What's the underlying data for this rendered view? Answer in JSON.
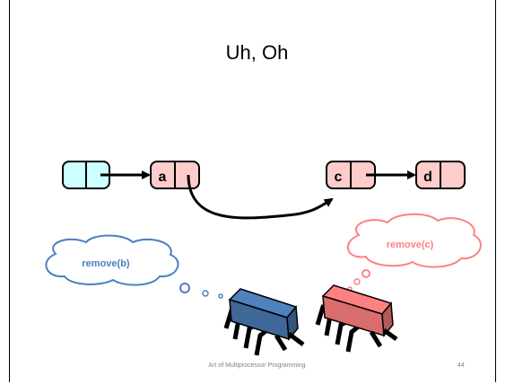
{
  "slide": {
    "title": "Uh, Oh",
    "footer_title": "Art of Multiprocessor Programming",
    "page_number": "44"
  },
  "list": {
    "nodes": [
      {
        "id": "head",
        "label": "",
        "color": "#ccffff"
      },
      {
        "id": "a",
        "label": "a",
        "color": "#ffcccc"
      },
      {
        "id": "c",
        "label": "c",
        "color": "#ffcccc"
      },
      {
        "id": "d",
        "label": "d",
        "color": "#ffcccc"
      }
    ]
  },
  "thoughts": {
    "left": {
      "text": "remove(b)",
      "color": "#4a7fc1"
    },
    "right": {
      "text": "remove(c)",
      "color": "#ff8080"
    }
  },
  "threads": {
    "left_color": "#4f81bd",
    "right_color": "#ff8080"
  }
}
